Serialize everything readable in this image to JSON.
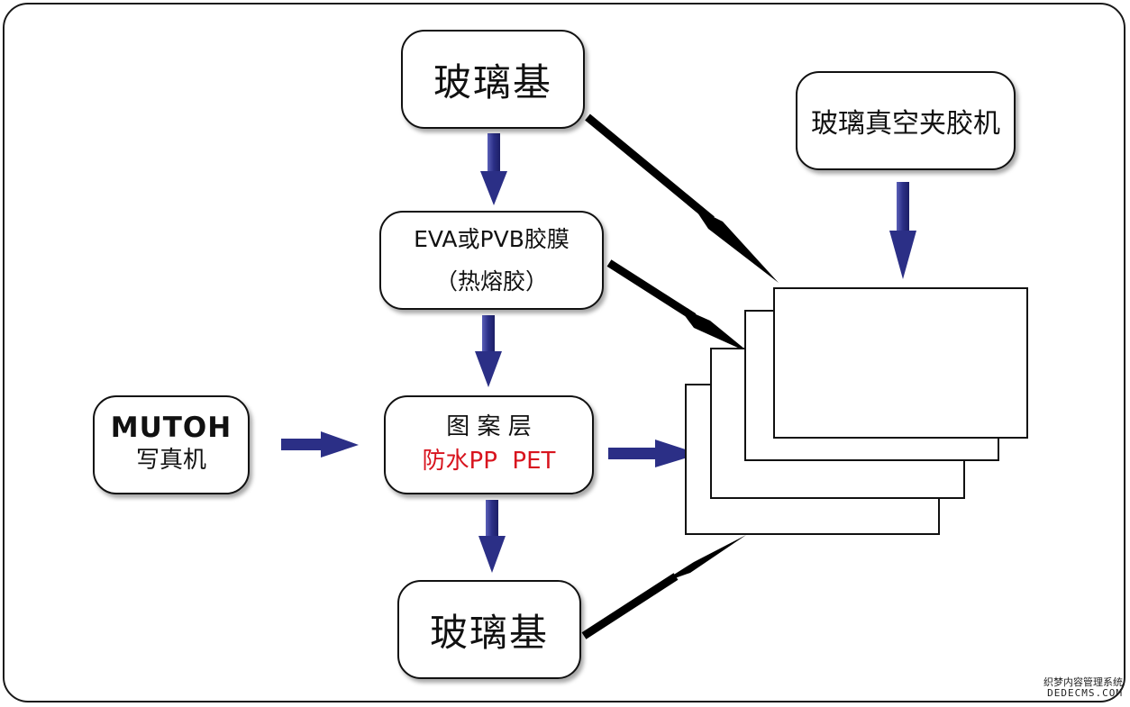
{
  "nodes": {
    "glass_top": "玻璃基",
    "vacuum_machine": "玻璃真空夹胶机",
    "eva_line1": "EVA或PVB胶膜",
    "eva_line2": "（热熔胶）",
    "mutoh_brand": "MUTOH",
    "mutoh_sub": "写真机",
    "pattern_line1": "图 案 层",
    "pattern_line2": "防水PP  PET",
    "glass_bottom": "玻璃基"
  },
  "watermark": {
    "line1": "织梦内容管理系统",
    "line2": "DEDECMS.COM"
  },
  "colors": {
    "flow_arrow": "#2b2f86",
    "link_arrow": "#000000",
    "highlight_text": "#d8141e"
  }
}
